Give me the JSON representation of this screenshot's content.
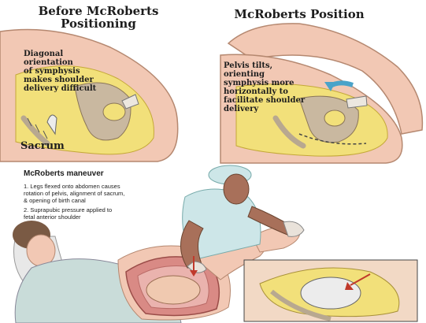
{
  "top_left": {
    "title": "Before McRoberts\nPositioning",
    "note": "Diagonal\norientation\nof symphysis\nmakes shoulder\ndelivery difficult",
    "sacrum_label": "Sacrum"
  },
  "top_right": {
    "title": "McRoberts Position",
    "note": "Pelvis tilts,\norienting\nsymphysis more\nhorizontally to\nfacilitate shoulder\ndelivery"
  },
  "maneuver": {
    "title": "McRoberts maneuver",
    "steps": [
      "1. Legs flexed onto abdomen causes\nrotation of pelvis, alignment of sacrum,\n& opening of birth canal",
      "2. Suprapubic pressure applied to\nfetal anterior shoulder"
    ]
  },
  "colors": {
    "skin": "#f2c8b4",
    "pelvis_fill": "#f2e07a",
    "bone": "#c9b8a0",
    "arrow": "#4aa3c9",
    "scrub": "#cde6e8",
    "uterus": "#d98a85"
  }
}
